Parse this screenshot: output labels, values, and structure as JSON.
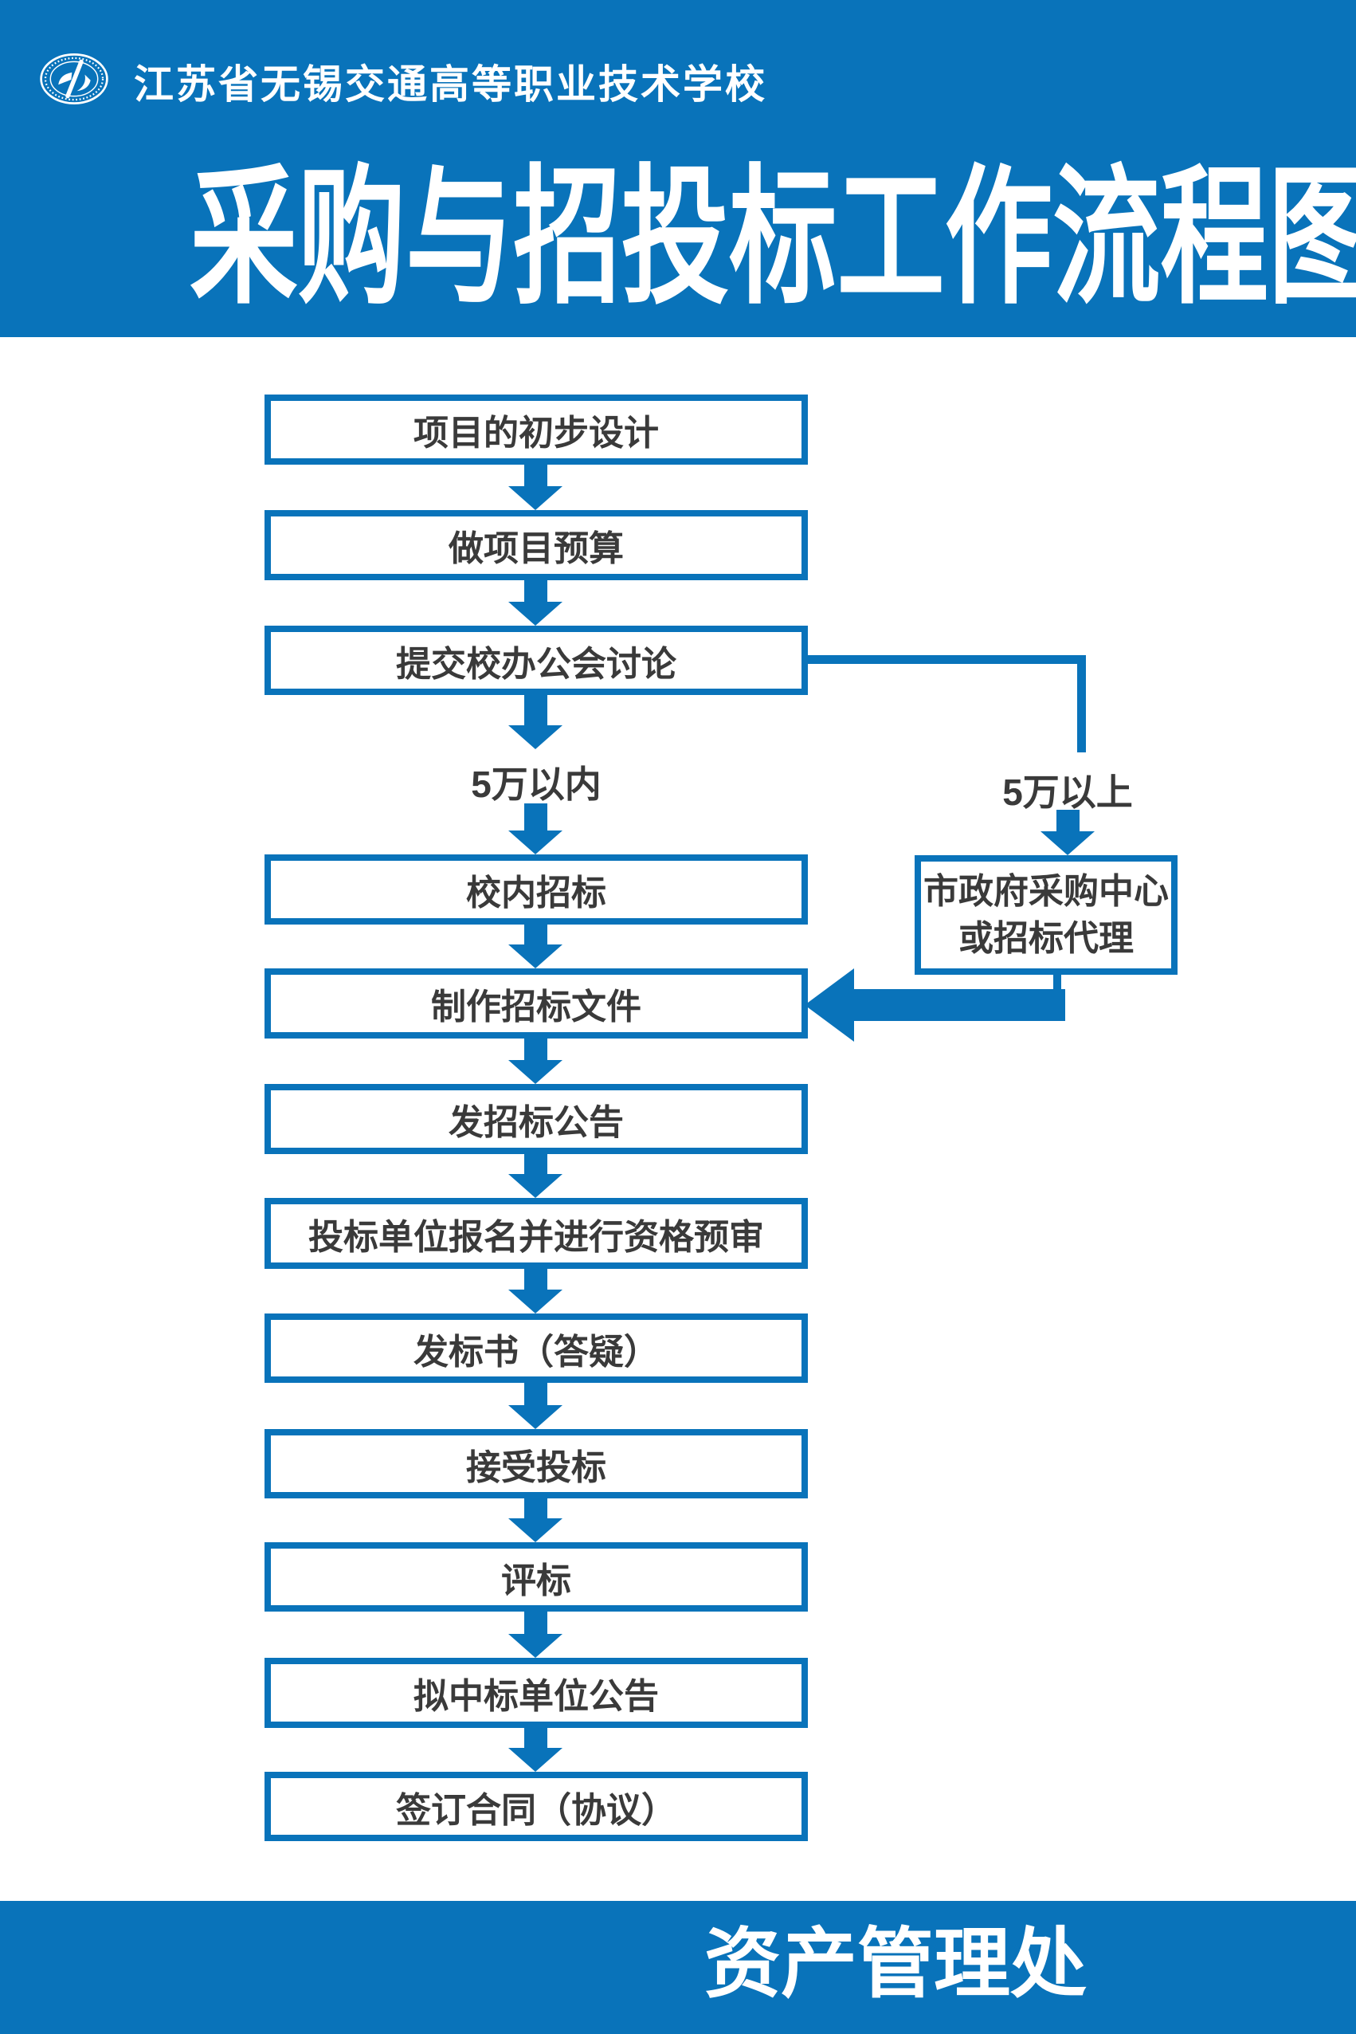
{
  "colors": {
    "accent_blue": "#0973ba",
    "box_border_blue": "#0973ba",
    "text_dark": "#3a3a3a",
    "background_white": "#ffffff"
  },
  "header": {
    "logo_icon": "school-badge-icon",
    "school_name": "江苏省无锡交通高等职业技术学校",
    "title": "采购与招投标工作流程图"
  },
  "flow": {
    "steps": [
      "项目的初步设计",
      "做项目预算",
      "提交校办公会讨论",
      "校内招标",
      "制作招标文件",
      "发招标公告",
      "投标单位报名并进行资格预审",
      "发标书（答疑）",
      "接受投标",
      "评标",
      "拟中标单位公告",
      "签订合同（协议）"
    ],
    "branch_labels": {
      "left": "5万以内",
      "right": "5万以上"
    },
    "right_box": {
      "line1": "市政府采购中心",
      "line2": "或招标代理"
    }
  },
  "footer": {
    "department": "资产管理处"
  }
}
